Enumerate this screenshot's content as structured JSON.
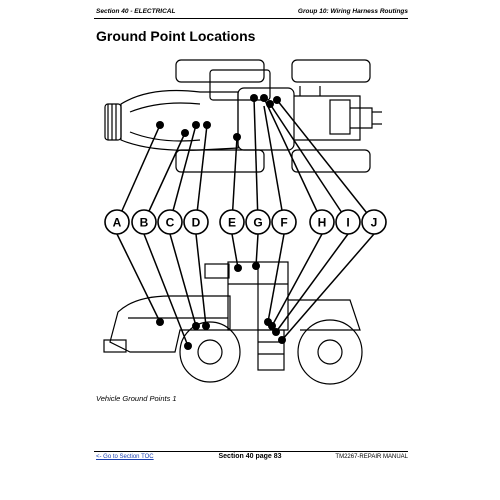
{
  "header": {
    "section": "Section 40 - ELECTRICAL",
    "group": "Group 10: Wiring Harness Routings"
  },
  "title": "Ground Point Locations",
  "callouts": [
    "A",
    "B",
    "C",
    "D",
    "E",
    "G",
    "F",
    "H",
    "I",
    "J"
  ],
  "caption": "Vehicle Ground Points 1",
  "footer": {
    "back_link": "<- Go to Section TOC",
    "page": "Section 40 page 83",
    "manual": "TM2267-REPAIR MANUAL"
  }
}
